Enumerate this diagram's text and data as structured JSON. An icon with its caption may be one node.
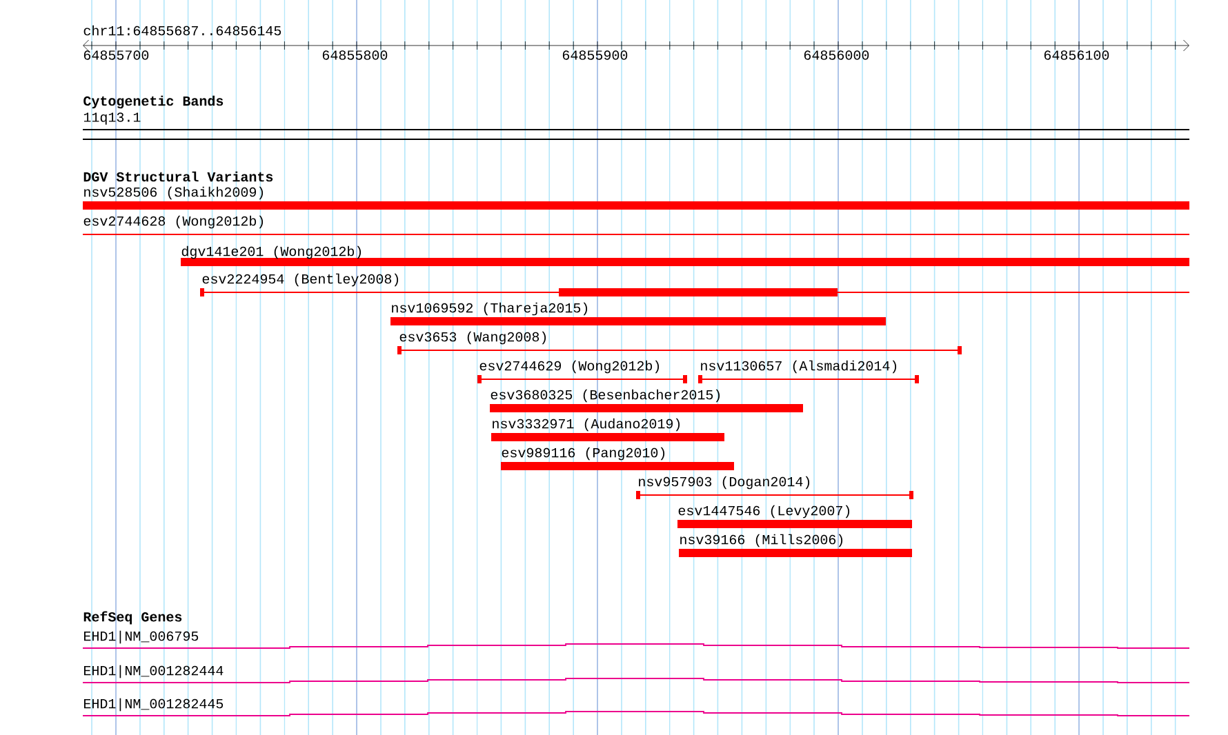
{
  "diagram": {
    "nodes": [
      {
        "text": [
          "nsv528506 (Shaikh2009)"
        ]
      },
      {
        "text": [
          "esv2744628 (Wong2012b)"
        ]
      },
      {
        "text": [
          "dgv141e201 (Wong2012b)"
        ]
      },
      {
        "text": [
          "esv2224954 (Bentley2008)"
        ]
      },
      {
        "text": [
          "nsv1069592 (Thareja2015)"
        ]
      },
      {
        "text": [
          "esv3653 (Wang2008)"
        ]
      },
      {
        "text": [
          "esv2744629 (Wong2012b)"
        ]
      },
      {
        "text": [
          "nsv1130657 (Alsmadi2014)"
        ]
      },
      {
        "text": [
          "esv3680325 (Besenbacher2015)"
        ]
      },
      {
        "text": [
          "nsv3332971 (Audano2019)"
        ]
      },
      {
        "text": [
          "esv989116 (Pang2010)"
        ]
      },
      {
        "text": [
          "nsv957903 (Dogan2014)"
        ]
      },
      {
        "text": [
          "esv1447546 (Levy2007)"
        ]
      },
      {
        "text": [
          "nsv39166 (Mills2006)"
        ]
      },
      {
        "text": [
          "11q13.1"
        ]
      },
      {
        "text": [
          "EHD1|NM_006795"
        ]
      },
      {
        "text": [
          "EHD1|NM_001282444"
        ]
      },
      {
        "text": [
          "EHD1|NM_001282445"
        ]
      }
    ],
    "labels": [
      "chr11:64855687..64856145",
      "64855700",
      "64855800",
      "64855900",
      "64856000",
      "64856100",
      "Cytogenetic Bands",
      "DGV Structural Variants",
      "RefSeq Genes"
    ]
  }
}
